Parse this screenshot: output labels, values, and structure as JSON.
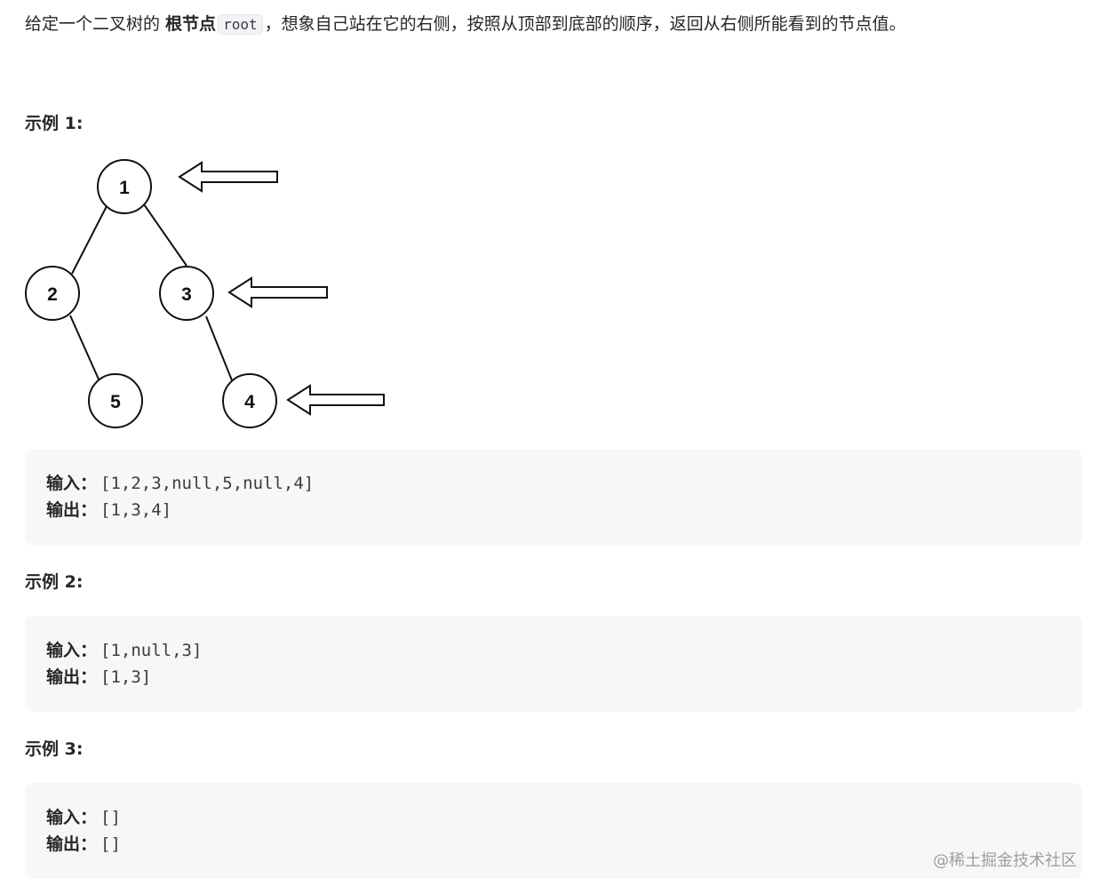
{
  "problem": {
    "intro_before": "给定一个二叉树的 ",
    "intro_bold": "根节点",
    "intro_code": "root",
    "intro_after": "，想象自己站在它的右侧，按照从顶部到底部的顺序，返回从右侧所能看到的节点值。"
  },
  "examples": [
    {
      "title": "示例 1:",
      "input_label": "输入：",
      "input_value": "[1,2,3,null,5,null,4]",
      "output_label": "输出：",
      "output_value": "[1,3,4]"
    },
    {
      "title": "示例 2:",
      "input_label": "输入：",
      "input_value": "[1,null,3]",
      "output_label": "输出：",
      "output_value": "[1,3]"
    },
    {
      "title": "示例 3:",
      "input_label": "输入：",
      "input_value": "[]",
      "output_label": "输出：",
      "output_value": "[]"
    }
  ],
  "tree": {
    "nodes": [
      {
        "label": "1"
      },
      {
        "label": "2"
      },
      {
        "label": "3"
      },
      {
        "label": "5"
      },
      {
        "label": "4"
      }
    ]
  },
  "watermark": "@稀土掘金技术社区"
}
